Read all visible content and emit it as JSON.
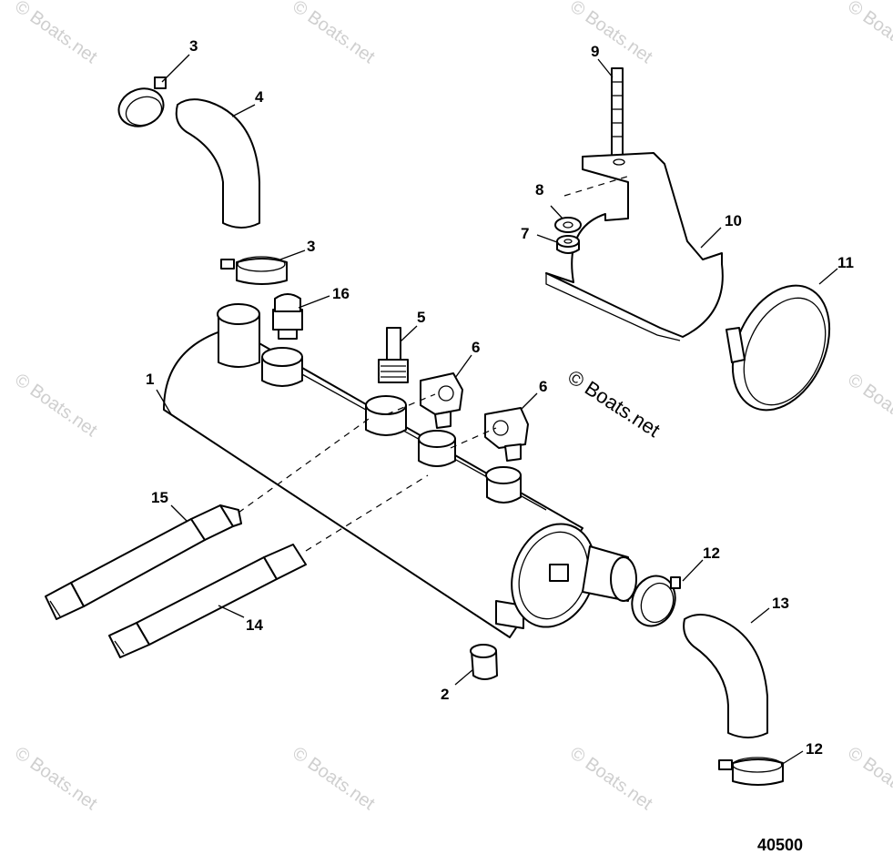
{
  "watermark": "© Boats.net",
  "copyright_label": "© Boats.net",
  "reference_number": "40500",
  "callouts": {
    "c1": "1",
    "c2": "2",
    "c3a": "3",
    "c3b": "3",
    "c4": "4",
    "c5": "5",
    "c6a": "6",
    "c6b": "6",
    "c7": "7",
    "c8": "8",
    "c9": "9",
    "c10": "10",
    "c11": "11",
    "c12a": "12",
    "c12b": "12",
    "c13": "13",
    "c14": "14",
    "c15": "15",
    "c16": "16"
  }
}
